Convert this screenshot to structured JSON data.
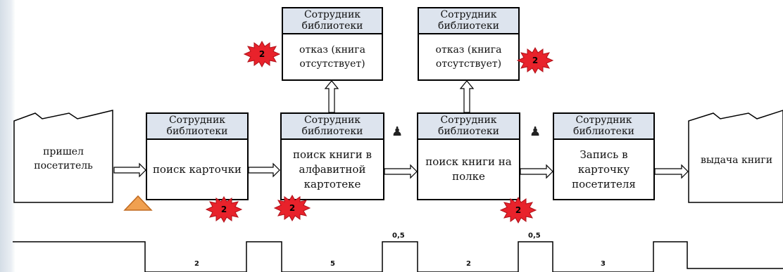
{
  "header_label": "Сотрудник библиотеки",
  "start": {
    "label": "пришел посетитель"
  },
  "end": {
    "label": "выдача книги"
  },
  "steps": [
    {
      "header": "Сотрудник библиотеки",
      "text": "поиск карточки",
      "badge": "2"
    },
    {
      "header": "Сотрудник библиотеки",
      "text": "поиск книги в алфавитной картотеке",
      "badge": "2"
    },
    {
      "header": "Сотрудник библиотеки",
      "text": "поиск книги на полке",
      "badge": "2"
    },
    {
      "header": "Сотрудник библиотеки",
      "text": "Запись в карточку посетителя"
    }
  ],
  "refusals": [
    {
      "header": "Сотрудник библиотеки",
      "text": "отказ (книга отсутствует)",
      "badge": "2"
    },
    {
      "header": "Сотрудник библиотеки",
      "text": "отказ (книга отсутствует)",
      "badge": "2"
    }
  ],
  "timeline": {
    "segment_values": [
      "2",
      "5",
      "2",
      "3"
    ],
    "wait_values": [
      "0,5",
      "0,5"
    ]
  },
  "colors": {
    "header_fill": "#dde4ee",
    "badge": "#e8222b",
    "warning_triangle": "#f0a050"
  },
  "icons": [
    "warning-triangle-icon",
    "person-icon",
    "waste-burst-icon"
  ]
}
